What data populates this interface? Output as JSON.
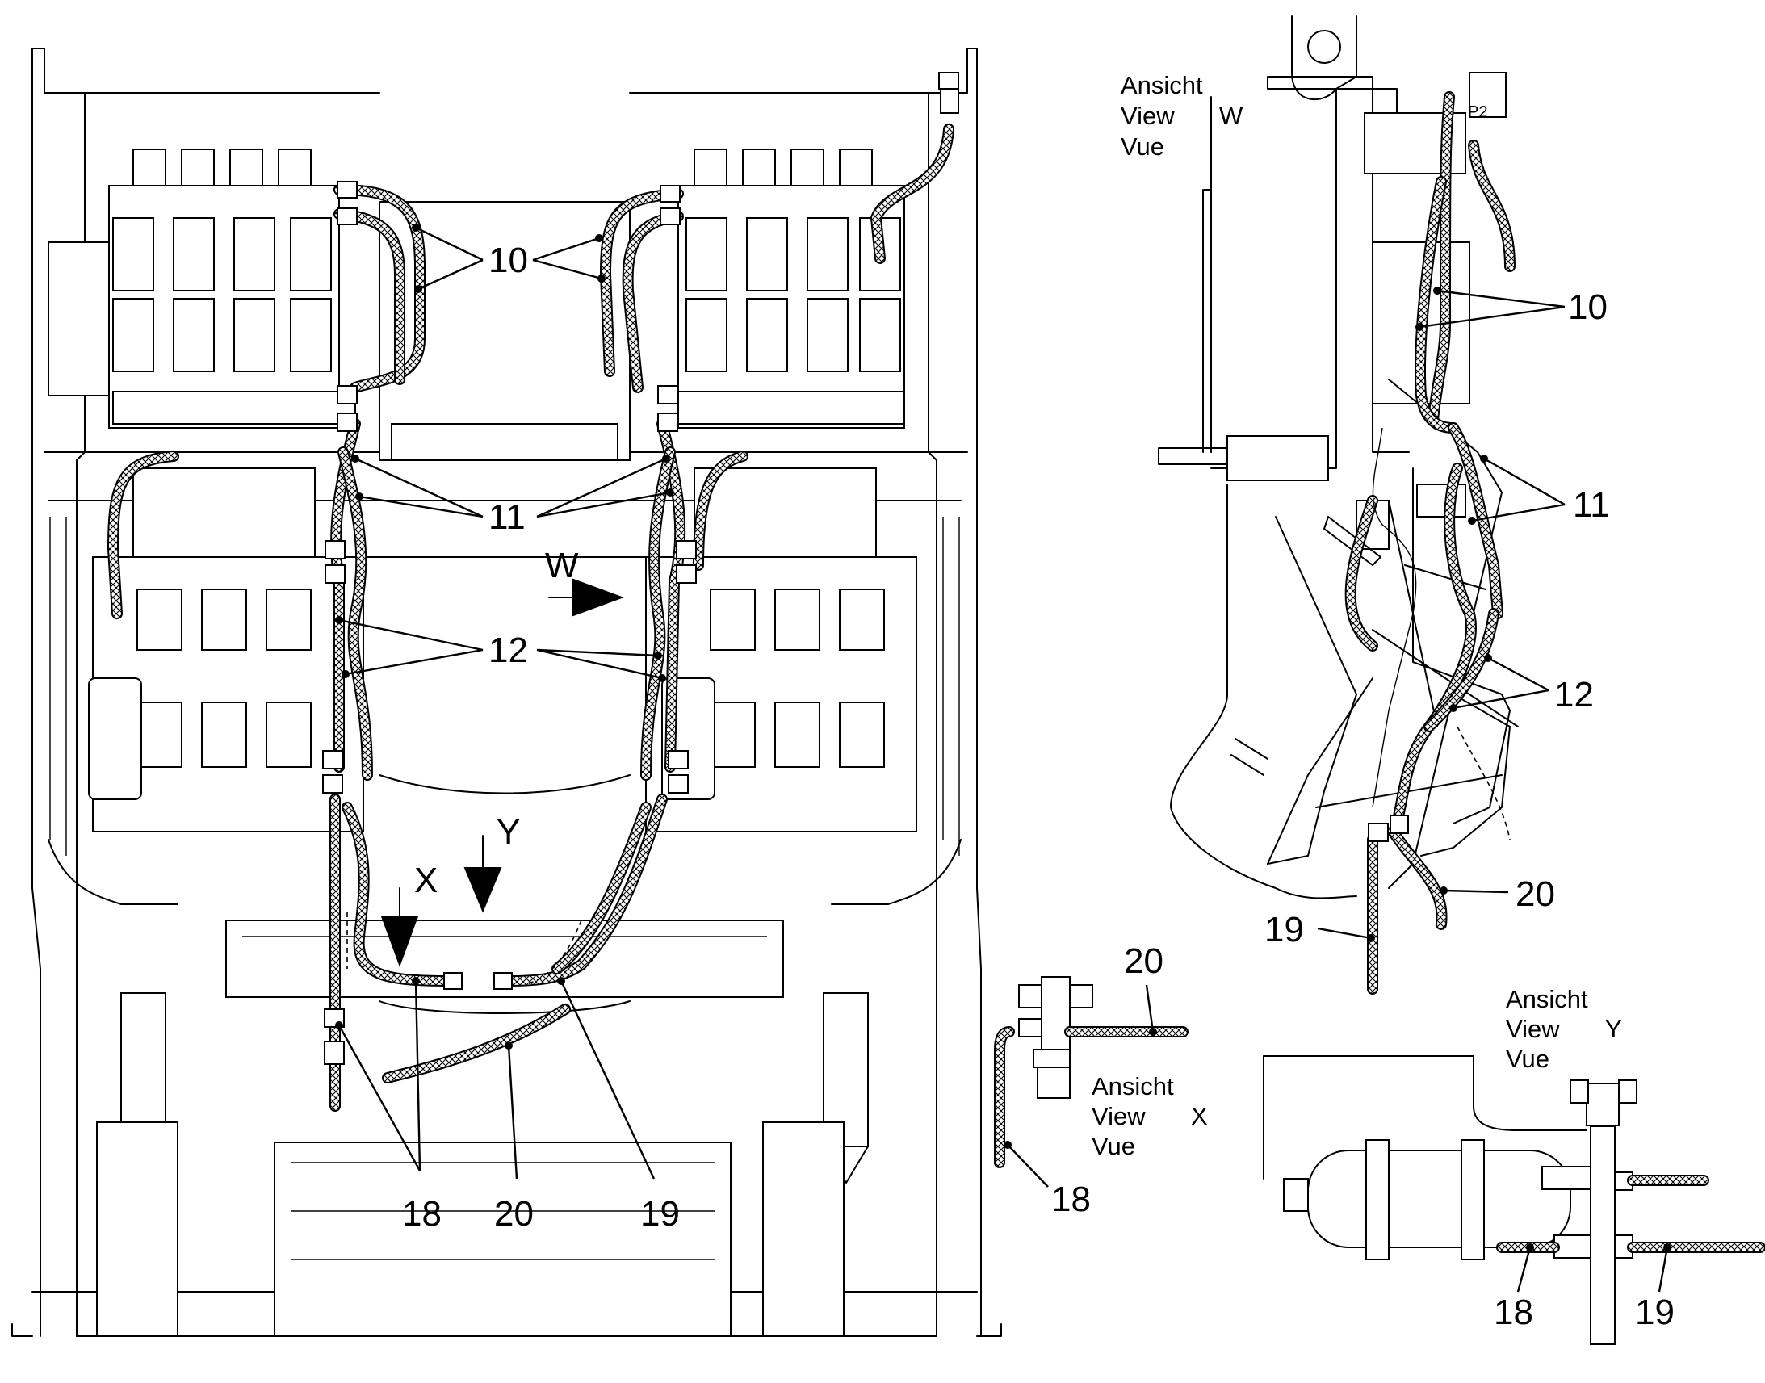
{
  "views": {
    "W": {
      "line1": "Ansicht",
      "line2": "View",
      "line3": "Vue",
      "letter": "W"
    },
    "X": {
      "line1": "Ansicht",
      "line2": "View",
      "line3": "Vue",
      "letter": "X"
    },
    "Y": {
      "line1": "Ansicht",
      "line2": "View",
      "line3": "Vue",
      "letter": "Y"
    }
  },
  "view_arrows": {
    "W": "W",
    "X": "X",
    "Y": "Y"
  },
  "callouts": {
    "main": {
      "c10": "10",
      "c11": "11",
      "c12": "12",
      "c18": "18",
      "c19": "19",
      "c20": "20"
    },
    "view_w": {
      "c10": "10",
      "c11": "11",
      "c12": "12",
      "c19": "19",
      "c20": "20"
    },
    "view_x": {
      "c18": "18",
      "c20": "20"
    },
    "view_y": {
      "c18": "18",
      "c19": "19"
    }
  },
  "fitting_marking": "P2"
}
